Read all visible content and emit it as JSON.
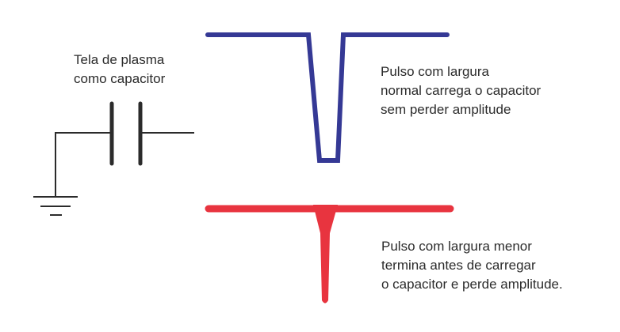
{
  "labels": {
    "capacitor": "Tela de plasma\ncomo capacitor",
    "normal_pulse": "Pulso com largura\nnormal carrega o capacitor\nsem perder amplitude",
    "short_pulse": "Pulso com largura menor\ntermina antes de carregar\no capacitor e perde amplitude."
  },
  "colors": {
    "normal_pulse": "#353995",
    "short_pulse": "#e8343f",
    "circuit": "#2b2b2b"
  }
}
